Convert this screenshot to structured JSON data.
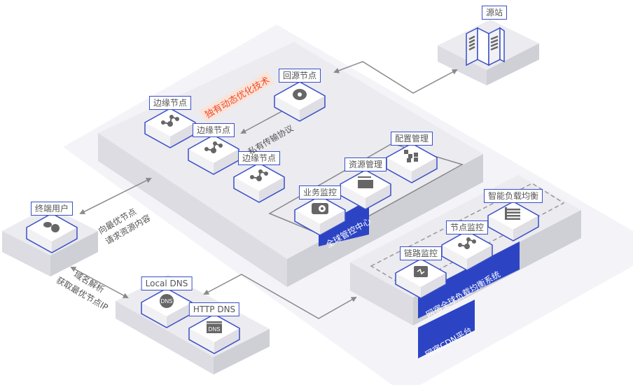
{
  "colors": {
    "accent_blue": "#2c44c4",
    "node_outline": "#3a4fc7",
    "icon_gray": "#666666",
    "platform_top": "#ebebf0",
    "platform_left": "#d8d8de",
    "platform_right": "#c9c9d1",
    "arrow_gray": "#8a8a8a",
    "tag_text": "#f04a2a",
    "tag_bg": "#fbe3d6"
  },
  "nodes": {
    "origin": {
      "label": "源站",
      "icon": "server-icon"
    },
    "back_to_origin": {
      "label": "回源节点",
      "icon": "cloud-node-icon"
    },
    "edge_1": {
      "label": "边缘节点",
      "icon": "edge-node-icon"
    },
    "edge_2": {
      "label": "边缘节点",
      "icon": "edge-node-icon"
    },
    "edge_3": {
      "label": "边缘节点",
      "icon": "edge-node-icon"
    },
    "config_mgmt": {
      "label": "配置管理",
      "icon": "hierarchy-icon"
    },
    "resource_mgmt": {
      "label": "资源管理",
      "icon": "folder-icon"
    },
    "service_monitor": {
      "label": "业务监控",
      "icon": "camera-monitor-icon"
    },
    "smart_lb": {
      "label": "智能负载均衡",
      "icon": "load-balance-icon"
    },
    "node_monitor": {
      "label": "节点监控",
      "icon": "node-network-icon"
    },
    "link_monitor": {
      "label": "链路监控",
      "icon": "link-puzzle-icon"
    },
    "end_user": {
      "label": "终端用户",
      "icon": "user-icon"
    },
    "local_dns": {
      "label": "Local DNS",
      "icon": "dns-globe-icon"
    },
    "http_dns": {
      "label": "HTTP DNS",
      "icon": "dns-window-icon"
    }
  },
  "banners": {
    "global_control": "全球管控中心",
    "global_lb_system": "网宿全球负载均衡系统",
    "cdn_platform": "网宿CDN平台"
  },
  "annotations": {
    "tech_tag": "独有动态优化技术",
    "private_protocol": "私有传输协议",
    "request_line1": "向最优节点",
    "request_line2": "请求资源内容",
    "dns_line1": "域名解析",
    "dns_line2": "获取最优节点IP"
  }
}
